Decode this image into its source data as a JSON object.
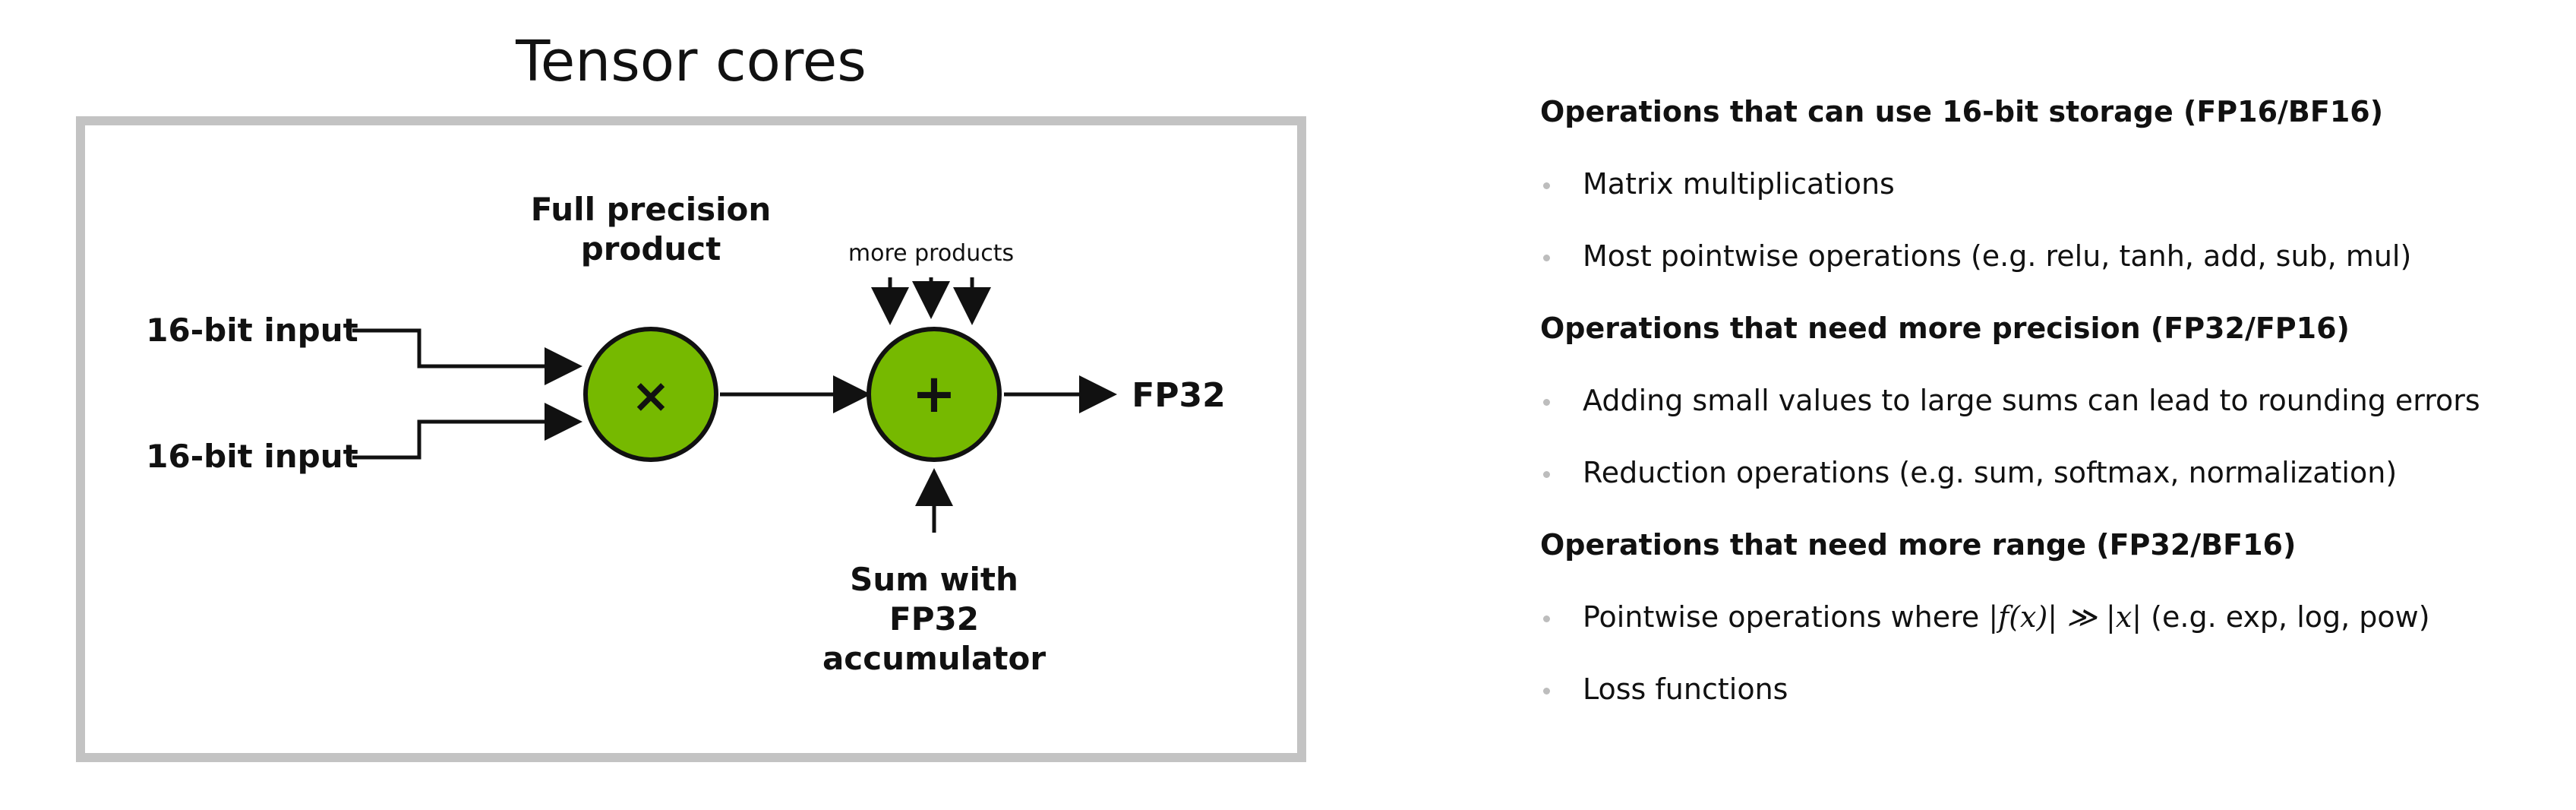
{
  "title": "Tensor cores",
  "diagram": {
    "input_top": "16-bit input",
    "input_bottom": "16-bit input",
    "product_label_line1": "Full precision",
    "product_label_line2": "product",
    "more_products": "more products",
    "multiply_symbol": "×",
    "add_symbol": "+",
    "output": "FP32",
    "accumulator_line1": "Sum with",
    "accumulator_line2": "FP32",
    "accumulator_line3": "accumulator",
    "node_color": "#76b900"
  },
  "sections": [
    {
      "heading": "Operations that can use 16-bit storage (FP16/BF16)",
      "items": [
        "Matrix multiplications",
        "Most pointwise operations (e.g. relu, tanh, add, sub, mul)"
      ]
    },
    {
      "heading": "Operations that need more precision (FP32/FP16)",
      "items": [
        "Adding small values to large sums can lead to rounding errors",
        "Reduction operations (e.g. sum, softmax, normalization)"
      ]
    },
    {
      "heading": "Operations that need more range (FP32/BF16)",
      "items": [
        "Pointwise operations where |f(x)| ≫ |x| (e.g. exp, log, pow)",
        "Loss functions"
      ]
    }
  ],
  "formula": {
    "before": "Pointwise operations where ",
    "math": "|f(x)| ≫ |x|",
    "after": " (e.g. exp, log, pow)"
  }
}
